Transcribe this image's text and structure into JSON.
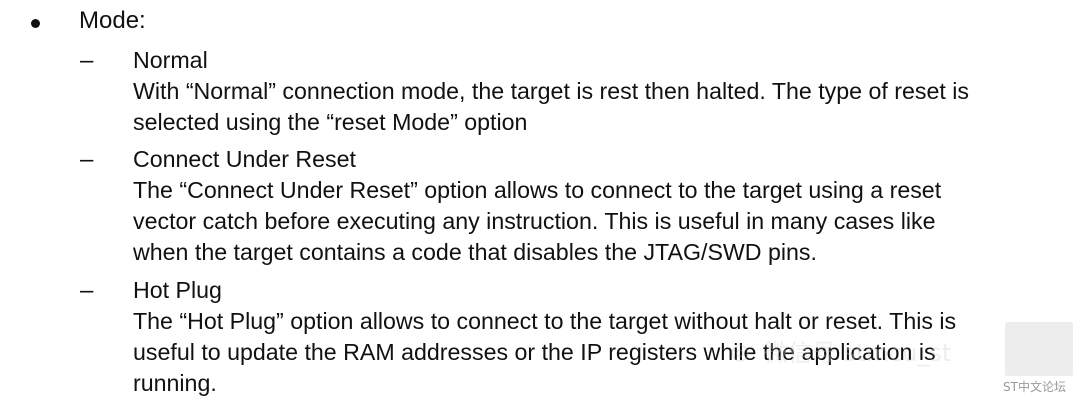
{
  "bullet": {
    "title": "Mode:"
  },
  "items": [
    {
      "title": "Normal",
      "lines": [
        "With “Normal” connection mode, the target is rest then halted. The type of reset is",
        "selected using the “reset Mode” option"
      ]
    },
    {
      "title": "Connect Under Reset",
      "lines": [
        "The “Connect Under Reset” option allows to connect to the target using a reset",
        "vector catch before executing any instruction. This is useful in many cases like",
        "when the target contains a code that disables the JTAG/SWD pins."
      ]
    },
    {
      "title": "Hot Plug",
      "lines": [
        "The “Hot Plug” option allows to connect to the target without halt or reset. This is",
        "useful to update the RAM addresses or the IP registers while the application is",
        "running."
      ]
    }
  ],
  "watermark": {
    "icon": "wechat-icon",
    "text": "微信号 stmcu_st",
    "logo_text": "ST中文论坛"
  }
}
